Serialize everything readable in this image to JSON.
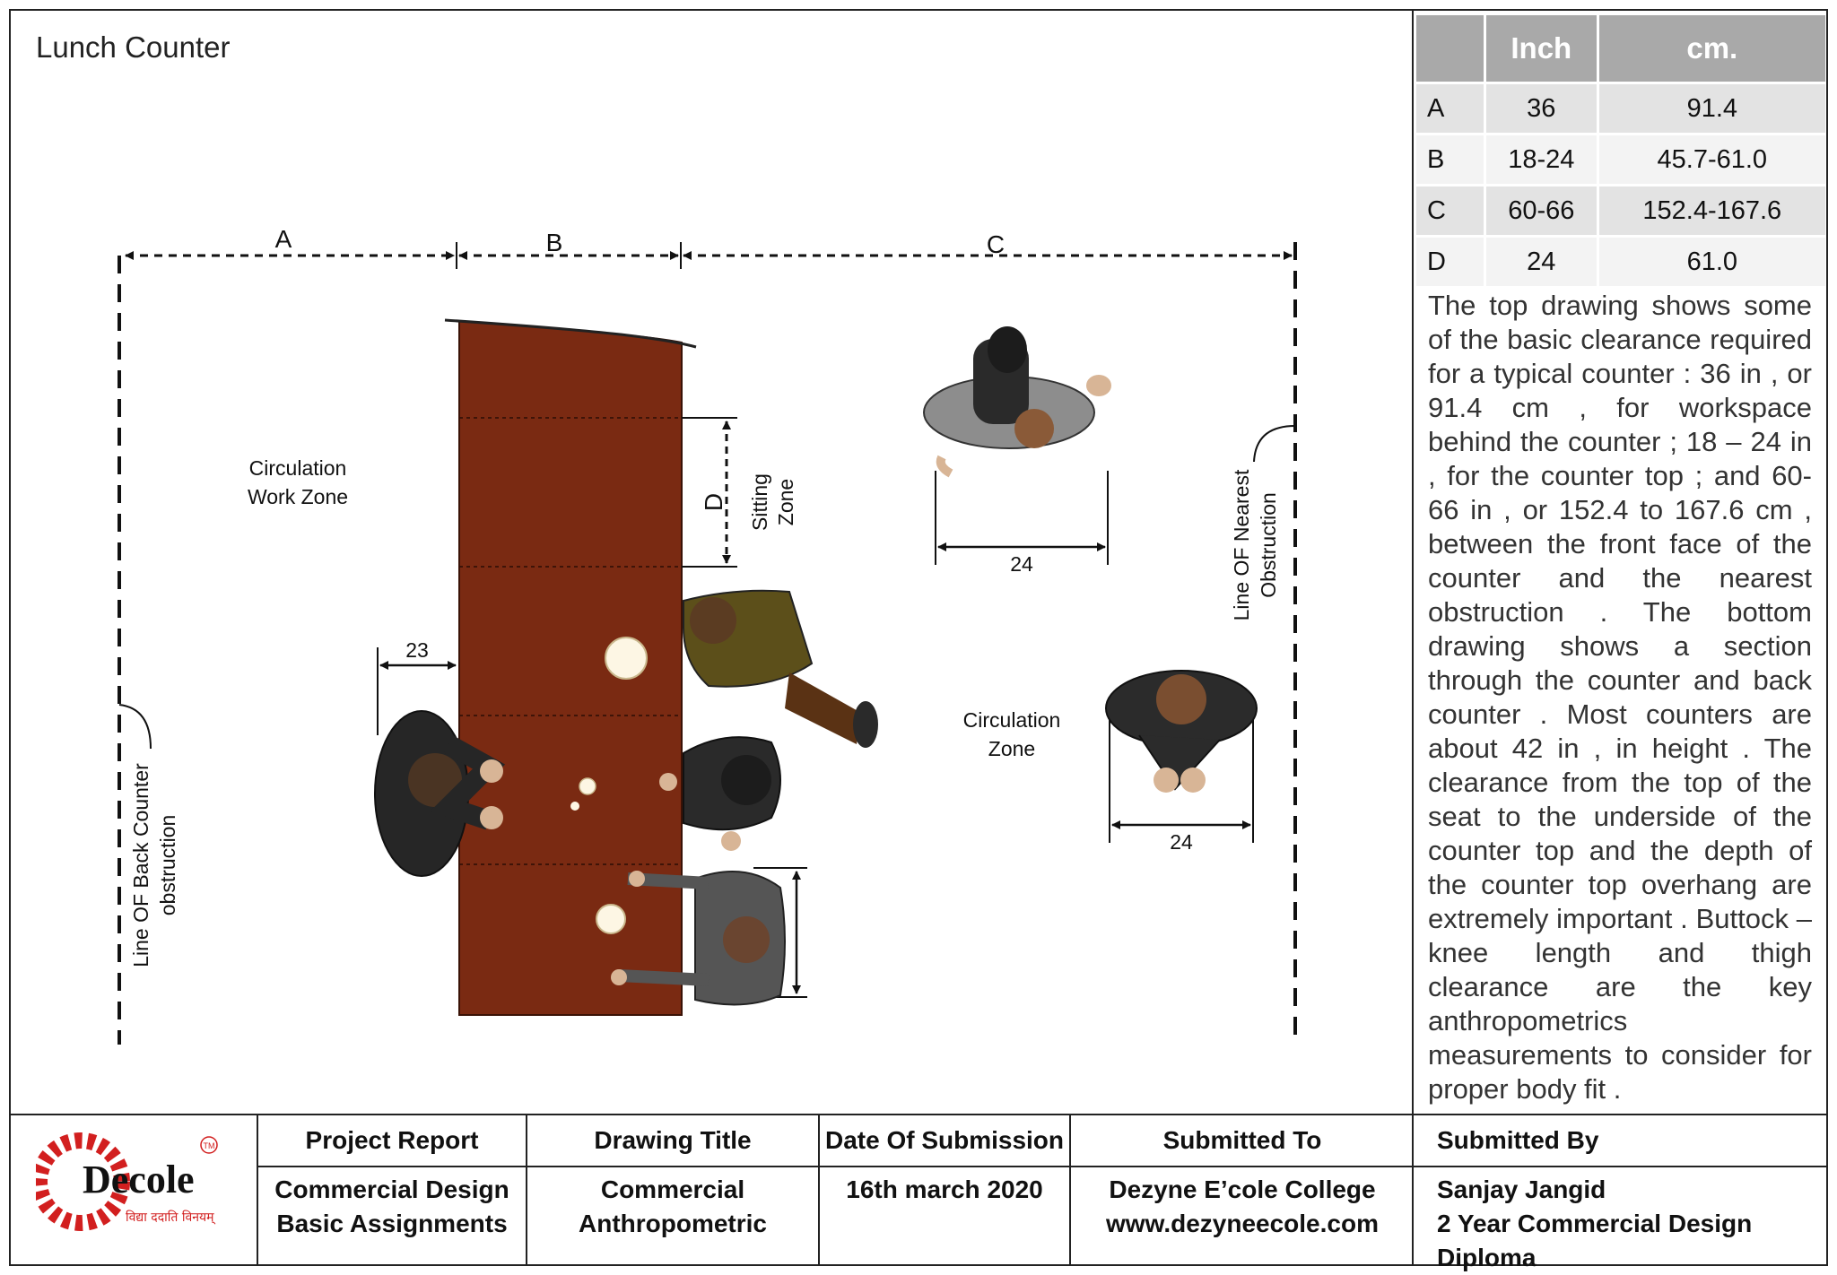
{
  "page_title": "Lunch Counter",
  "diagram": {
    "dimension_labels": {
      "a": "A",
      "b": "B",
      "c": "C",
      "d": "D"
    },
    "measure_23": "23",
    "measure_24_top": "24",
    "measure_24_bottom": "24",
    "zone_work": [
      "Circulation",
      "Work Zone"
    ],
    "zone_sitting": [
      "Sitting",
      "Zone"
    ],
    "zone_circulation": [
      "Circulation",
      "Zone"
    ],
    "line_back": [
      "Line OF Back Counter",
      "obstruction"
    ],
    "line_nearest": [
      "Line OF Nearest",
      "Obstruction"
    ],
    "counter_color": "#7a2a12"
  },
  "dims_table": {
    "headers": [
      "",
      "Inch",
      "cm."
    ],
    "rows": [
      {
        "key": "A",
        "inch": "36",
        "cm": "91.4"
      },
      {
        "key": "B",
        "inch": "18-24",
        "cm": "45.7-61.0"
      },
      {
        "key": "C",
        "inch": "60-66",
        "cm": "152.4-167.6"
      },
      {
        "key": "D",
        "inch": "24",
        "cm": "61.0"
      }
    ]
  },
  "description": "The top drawing shows some of the basic clearance required for a typical counter : 36 in , or 91.4 cm , for workspace behind the counter ; 18 – 24 in , for the counter top ; and 60-66 in , or 152.4 to 167.6 cm , between the front face of the counter and the nearest obstruction . The bottom drawing shows a section through the counter and back counter . Most counters are about 42 in , in height . The clearance from the top of the seat to the underside of the counter top and the depth of the counter top overhang are extremely important . Buttock –knee length and thigh clearance are the key anthropometrics measurements to consider for proper body fit .",
  "footer": {
    "logo_text": "Decole",
    "logo_tagline": "विद्या ददाति विनयम्",
    "logo_tm": "TM",
    "project_report": {
      "head": "Project Report",
      "body": [
        "Commercial Design",
        "Basic Assignments"
      ]
    },
    "drawing_title": {
      "head": "Drawing Title",
      "body": [
        "Commercial",
        "Anthropometric"
      ]
    },
    "date": {
      "head": "Date Of Submission",
      "body": [
        "16th march 2020"
      ]
    },
    "submitted_to": {
      "head": "Submitted To",
      "body": [
        "Dezyne E’cole College",
        "www.dezyneecole.com"
      ]
    },
    "submitted_by": {
      "head": "Submitted By",
      "body": [
        "Sanjay Jangid",
        "2 Year Commercial Design",
        "Diploma"
      ]
    }
  }
}
